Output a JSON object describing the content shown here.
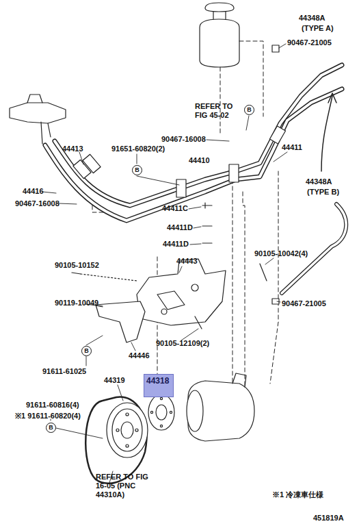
{
  "diagram": {
    "nodes": [
      {
        "text": [
          "B"
        ]
      },
      {
        "text": [
          "B"
        ]
      },
      {
        "text": [
          "B"
        ]
      },
      {
        "text": [
          "44318"
        ]
      },
      {
        "text": [
          "B"
        ]
      }
    ],
    "labels": [
      "44348A",
      "(TYPE A)",
      "90467-21005",
      "REFER TO FIG 45-02",
      "90467-16008",
      "44411",
      "91651-60820(2)",
      "44410",
      "44413",
      "44416",
      "90467-16008",
      "44411C",
      "44411D",
      "44411D",
      "44348A",
      "(TYPE B)",
      "90105-10152",
      "44443",
      "90105-10042(4)",
      "90119-10049",
      "90467-21005",
      "90105-12109(2)",
      "44446",
      "91611-61025",
      "44319",
      "91611-60816(4)",
      "※1 91611-60820(4)",
      "REFER TO FIG 16-05 (PNC 44310A)",
      "※1 冷凍車仕様",
      "451819A"
    ]
  }
}
